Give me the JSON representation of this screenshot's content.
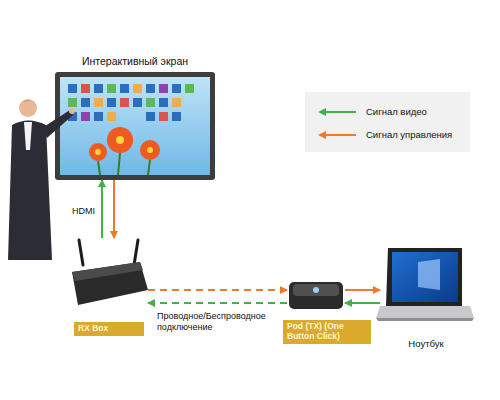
{
  "diagram": {
    "nodes": [
      {
        "text": [
          "Интерактивный экран"
        ]
      },
      {
        "text": [
          "RX Box"
        ]
      },
      {
        "text": [
          "Pod (TX) (One Button Click)"
        ]
      },
      {
        "text": [
          "Ноутбук"
        ]
      }
    ],
    "edges": [
      {
        "from": 1,
        "to": 0,
        "arrow": "to",
        "label": "HDMI"
      },
      {
        "from": 0,
        "to": 1,
        "arrow": "to"
      },
      {
        "from": 1,
        "to": 2,
        "arrow": "to"
      },
      {
        "from": 2,
        "to": 1,
        "arrow": "to",
        "label": "Проводное/Беспроводное подключение"
      },
      {
        "from": 3,
        "to": 2,
        "arrow": "to"
      },
      {
        "from": 2,
        "to": 3,
        "arrow": "to"
      }
    ],
    "legend": [
      {
        "text": "Сигнал видео"
      },
      {
        "text": "Сигнал управления"
      }
    ]
  }
}
